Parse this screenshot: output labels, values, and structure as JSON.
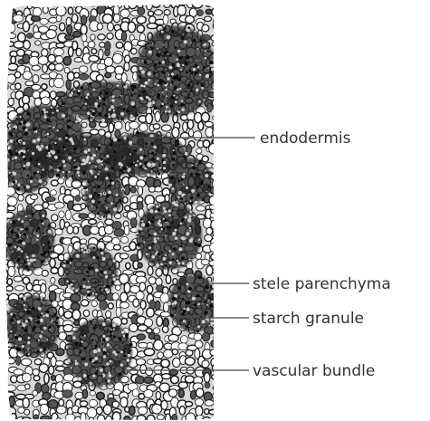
{
  "figure": {
    "labels": [
      {
        "id": "endodermis",
        "text": "endodermis"
      },
      {
        "id": "stele-parenchyma",
        "text": "stele parenchyma"
      },
      {
        "id": "starch-granule",
        "text": "starch granule"
      },
      {
        "id": "vascular-bundle",
        "text": "vascular bundle"
      }
    ],
    "colors": {
      "ink": "#1b1b1b",
      "paper": "#ffffff",
      "label": "#333333"
    }
  }
}
